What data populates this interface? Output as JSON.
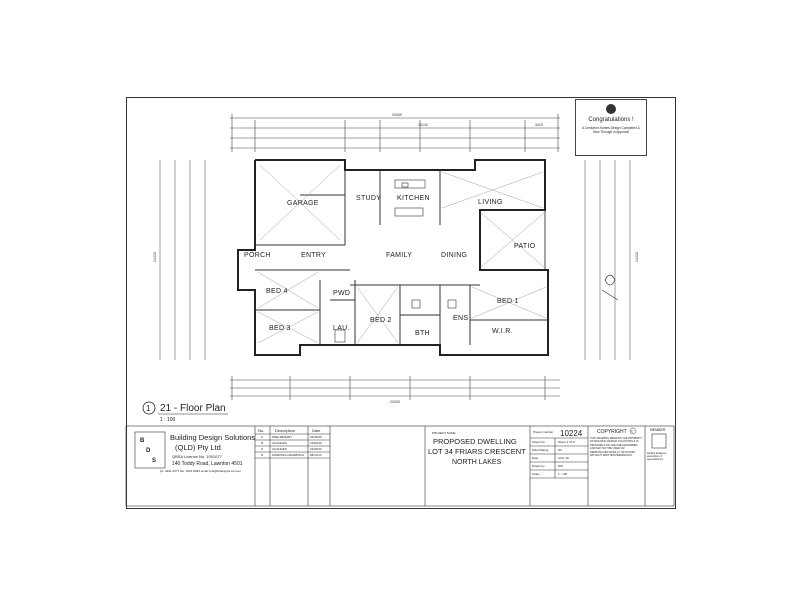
{
  "congrats": {
    "title": "Congratulations !",
    "message": "A Centurion Homes Design Completed & Now Through in Approval"
  },
  "plan": {
    "title": "21 - Floor Plan",
    "scale": "1 : 100",
    "marker": "1",
    "rooms": {
      "garage": "GARAGE",
      "study": "STUDY",
      "kitchen": "KITCHEN",
      "living": "LIVING",
      "entry": "ENTRY",
      "porch": "PORCH",
      "family": "FAMILY",
      "dining": "DINING",
      "patio": "PATIO",
      "bed4": "BED 4",
      "bed3": "BED 3",
      "pwd": "PWD",
      "lau": "LAU.",
      "bed2": "BED 2",
      "bth": "BTH",
      "ens": "ENS",
      "bed1": "BED 1",
      "wir": "W.I.R."
    },
    "dims": {
      "overall_top": "20000",
      "overall_bottom": "22000",
      "top_mid": "13140",
      "top_right": "3420",
      "left_overall": "14420",
      "right_overall": "14420"
    }
  },
  "company": {
    "name_line1": "Building Design Solutions",
    "name_line2": "(QLD) Pty Ltd",
    "licence": "QBSA Licence No. 1001077",
    "address": "140 Toddy Road, Lawnton 4501",
    "phone": "ph. 3491 0377 fax. 3491 0393 email: bds@bldesigns.com.au"
  },
  "revisions": {
    "headers": [
      "No.",
      "Description",
      "Date"
    ],
    "rows": [
      [
        "A",
        "PRELIMINARY",
        "24/08/10"
      ],
      [
        "B",
        "CHANGES",
        "16/09/10"
      ],
      [
        "C",
        "CHANGES",
        "22/09/10"
      ],
      [
        "D",
        "WORKING DRAWINGS",
        "08/11/10"
      ]
    ]
  },
  "project": {
    "label": "PROJECT NAME",
    "name": "PROPOSED DWELLING",
    "lot": "LOT 34 FRIARS CRESCENT",
    "suburb": "NORTH LAKES",
    "number_label": "Project number",
    "number": "10224",
    "fields": [
      [
        "Sheet No.",
        "Sheet 3 Of 5"
      ],
      [
        "Wind Rating",
        "N3"
      ],
      [
        "Date",
        "AUG 10"
      ],
      [
        "Drawn by",
        "DW"
      ],
      [
        "Scale",
        "1 : 100"
      ]
    ]
  },
  "copyright": {
    "title": "COPYRIGHT",
    "text": "THIS DRAWING REMAINS THE PROPERTY OF BUILDING DESIGN SOLUTIONS & IS PROVIDED FOR THE USE DESCRIBED AND MAY NOT BE USED OR REPRODUCED WHOLLY OR IN PART WITHOUT WRITTEN PERMISSION",
    "member": "MEMBER",
    "member_text": "building designers association of queensland inc"
  }
}
